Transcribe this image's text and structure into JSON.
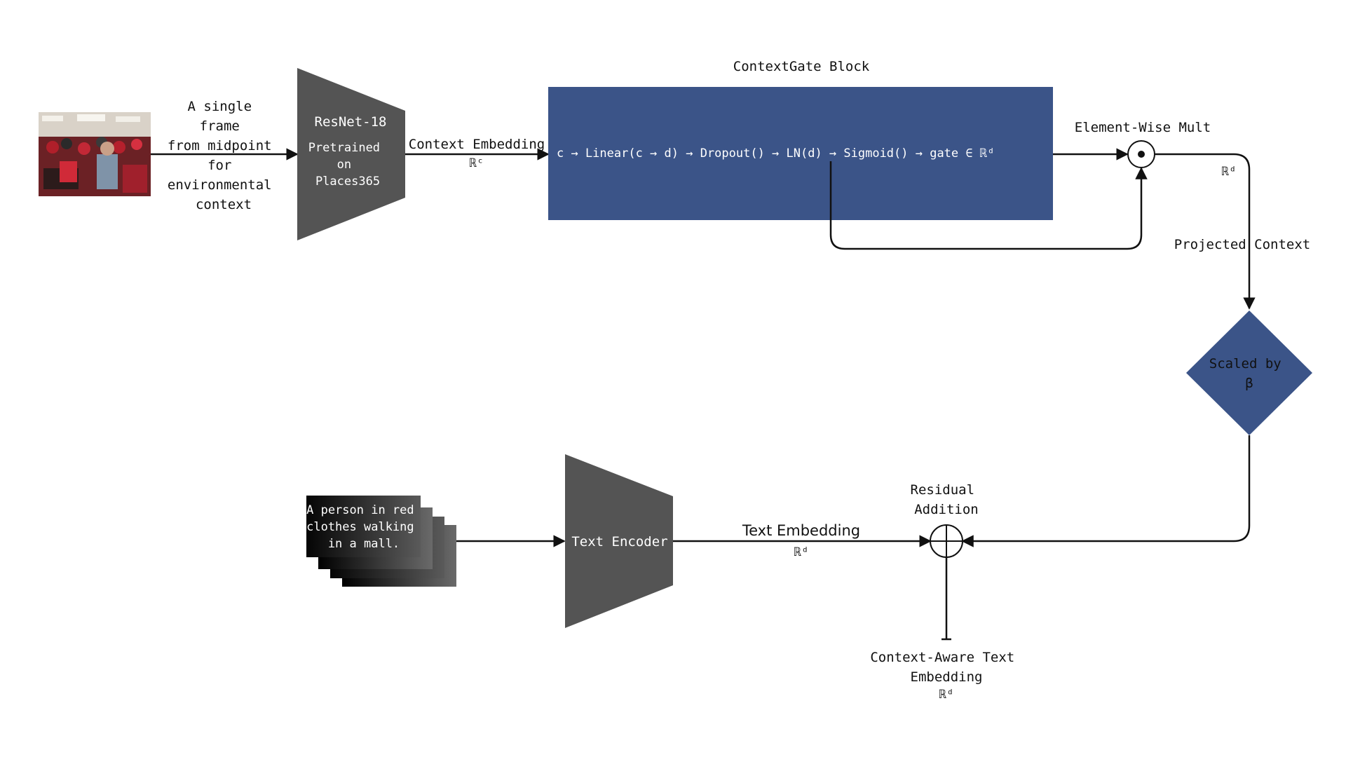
{
  "colors": {
    "block": "#3b5488",
    "encoder": "#545454",
    "line": "#111111",
    "background": "#ffffff"
  },
  "title": "ContextGate Block",
  "input_frame": {
    "caption_lines": [
      "A single",
      "frame",
      "from midpoint",
      "for",
      "environmental",
      "context"
    ]
  },
  "resnet": {
    "name": "ResNet-18",
    "sub_lines": [
      "Pretrained",
      "on",
      "Places365"
    ]
  },
  "context_embedding": {
    "label": "Context Embedding",
    "dim": "ℝᶜ"
  },
  "gate_block": {
    "formula": "c → Linear(c → d) → Dropout() → LN(d) → Sigmoid() → gate ∈ ℝᵈ"
  },
  "element_wise": {
    "label": "Element-Wise Mult",
    "symbol": "⊙",
    "dim": "ℝᵈ"
  },
  "projected_context": {
    "label": "Projected Context"
  },
  "scale": {
    "lines": [
      "Scaled by",
      "β"
    ]
  },
  "text_input": {
    "lines": [
      "A person in red",
      "clothes walking",
      "in a mall."
    ]
  },
  "text_encoder": {
    "name": "Text Encoder"
  },
  "text_embedding": {
    "label": "Text Embedding",
    "dim": "ℝᵈ"
  },
  "residual": {
    "lines": [
      "Residual",
      "Addition"
    ]
  },
  "output": {
    "lines": [
      "Context-Aware Text",
      "Embedding"
    ],
    "dim": "ℝᵈ"
  }
}
